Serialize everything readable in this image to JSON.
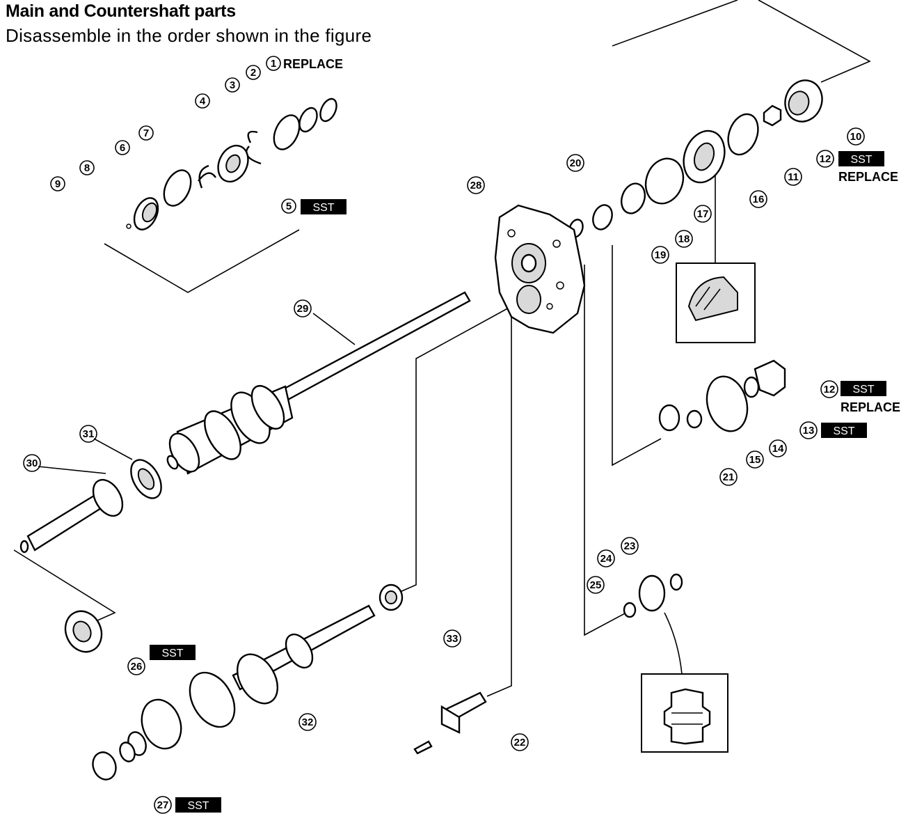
{
  "title": "Main and Countershaft parts",
  "subtitle": "Disassemble in the order shown in the figure",
  "labels": {
    "replace": "REPLACE",
    "sst": "SST"
  },
  "callouts": [
    "1",
    "2",
    "3",
    "4",
    "5",
    "6",
    "7",
    "8",
    "9",
    "10",
    "11",
    "12",
    "13",
    "14",
    "15",
    "16",
    "17",
    "18",
    "19",
    "20",
    "21",
    "22",
    "23",
    "24",
    "25",
    "26",
    "27",
    "28",
    "29",
    "30",
    "31",
    "32",
    "33"
  ],
  "sst_callouts": [
    "5",
    "12",
    "12",
    "13",
    "26",
    "27"
  ],
  "replace_callouts": [
    "1",
    "12",
    "12"
  ]
}
